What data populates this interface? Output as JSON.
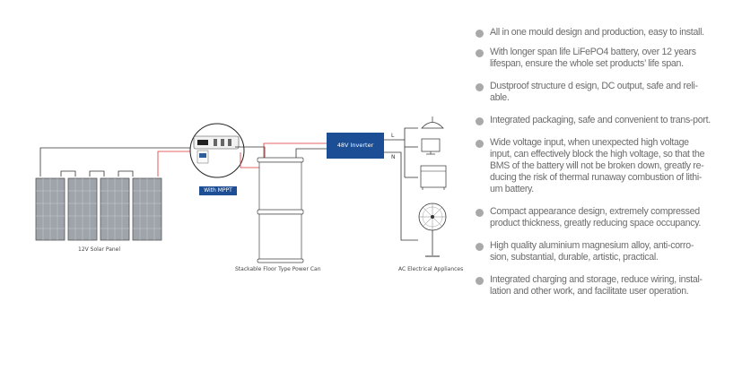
{
  "diagram": {
    "solar_panel_label": "12V Solar Panel",
    "mppt_label": "With MPPT",
    "battery_label": "Stackable Floor Type Power Can",
    "inverter_label": "48V Inverter",
    "line_l": "L",
    "line_n": "N",
    "appliances_label": "AC Electrical Appliances"
  },
  "features": [
    {
      "text": "All in one mould design and production, easy to install."
    },
    {
      "text": "With longer span life LiFePO4 battery, over 12 years lifespan, ensure the whole set products’ life span."
    },
    {
      "text": "Dustproof structure d esign, DC output, safe and reli-able."
    },
    {
      "text": "Integrated packaging, safe and convenient to trans-port."
    },
    {
      "text": "Wide voltage input, when unexpected high voltage input, can effectively block the high voltage, so that the BMS of the battery will not be broken down, greatly re-ducing the risk of thermal runaway combustion of lithi-um battery."
    },
    {
      "text": "Compact appearance design, extremely compressed product thickness, greatly reducing space occupancy."
    },
    {
      "text": "High quality aluminium magnesium alloy, anti-corro-sion, substantial, durable, artistic, practical."
    },
    {
      "text": "Integrated charging and storage, reduce wiring, instal-lation and other work, and facilitate user operation."
    }
  ]
}
